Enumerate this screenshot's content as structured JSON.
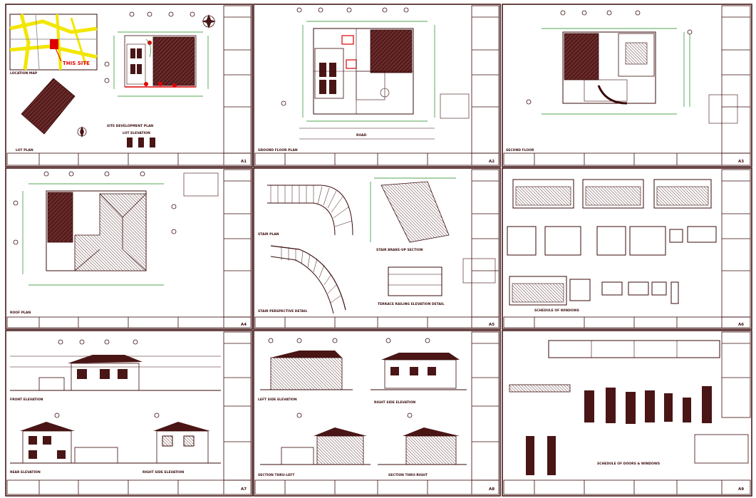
{
  "site_label": "THIS SITE",
  "north_symbol": "north-arrow-icon",
  "colors": {
    "ink": "#3a0a0a",
    "fill": "#4a1515",
    "dimension": "#1a8a1a",
    "site": "#e00000",
    "map_yellow": "#f2e600"
  },
  "sheets": [
    {
      "id": "A1",
      "labels": [
        "LOCATION MAP",
        "LOT PLAN",
        "SITE DEVELOPMENT PLAN",
        "LOT ELEVATION"
      ]
    },
    {
      "id": "A2",
      "labels": [
        "GROUND FLOOR PLAN",
        "ROAD"
      ]
    },
    {
      "id": "A3",
      "labels": [
        "SECOND FLOOR"
      ]
    },
    {
      "id": "A4",
      "labels": [
        "ROOF PLAN"
      ]
    },
    {
      "id": "A5",
      "labels": [
        "STAIR PLAN",
        "STAIR BRAKE-UP SECTION",
        "STAIR PERSPECTIVE DETAIL",
        "TERRACE RAILING ELEVATION DETAIL"
      ]
    },
    {
      "id": "A6",
      "labels": [
        "SCHEDULE OF WINDOWS"
      ]
    },
    {
      "id": "A7",
      "labels": [
        "FRONT ELEVATION",
        "REAR ELEVATION",
        "RIGHT SIDE ELEVATION"
      ]
    },
    {
      "id": "A8",
      "labels": [
        "LEFT SIDE ELEVATION",
        "RIGHT SIDE ELEVATION",
        "SECTION THRU-LEFT",
        "SECTION THRU-RIGHT"
      ]
    },
    {
      "id": "A9",
      "labels": [
        "SCHEDULE OF DOORS & WINDOWS"
      ]
    }
  ]
}
